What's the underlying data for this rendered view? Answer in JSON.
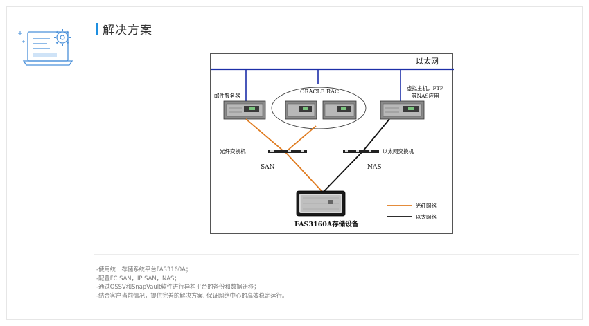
{
  "section": {
    "title": "解决方案",
    "accent_color": "#1e8fe0",
    "icon": "laptop-gear-icon"
  },
  "diagram": {
    "ethernet_label": "以太网",
    "mail_server_label": "邮件服务器",
    "oracle_rac_label": "ORACLE RAC",
    "vm_label_line1": "虚拟主机，FTP",
    "vm_label_line2": "等NAS应用",
    "fc_switch_label": "光纤交换机",
    "eth_switch_label": "以太网交换机",
    "san_label": "SAN",
    "nas_label": "NAS",
    "storage_label": "FAS3160A存储设备",
    "legend": [
      {
        "label": "光纤网络",
        "color": "#e07b1f"
      },
      {
        "label": "以太网络",
        "color": "#111111"
      }
    ],
    "bus_color": "#1d2fa8"
  },
  "notes": [
    "-使用统一存储系统平台FAS3160A；",
    "-配置FC SAN，IP SAN，NAS；",
    "-通过OSSV和SnapVault软件进行异构平台的备份和数据迁移；",
    "-结合客户当前情况，提供完善的解决方案, 保证网络中心的高效稳定运行。"
  ]
}
